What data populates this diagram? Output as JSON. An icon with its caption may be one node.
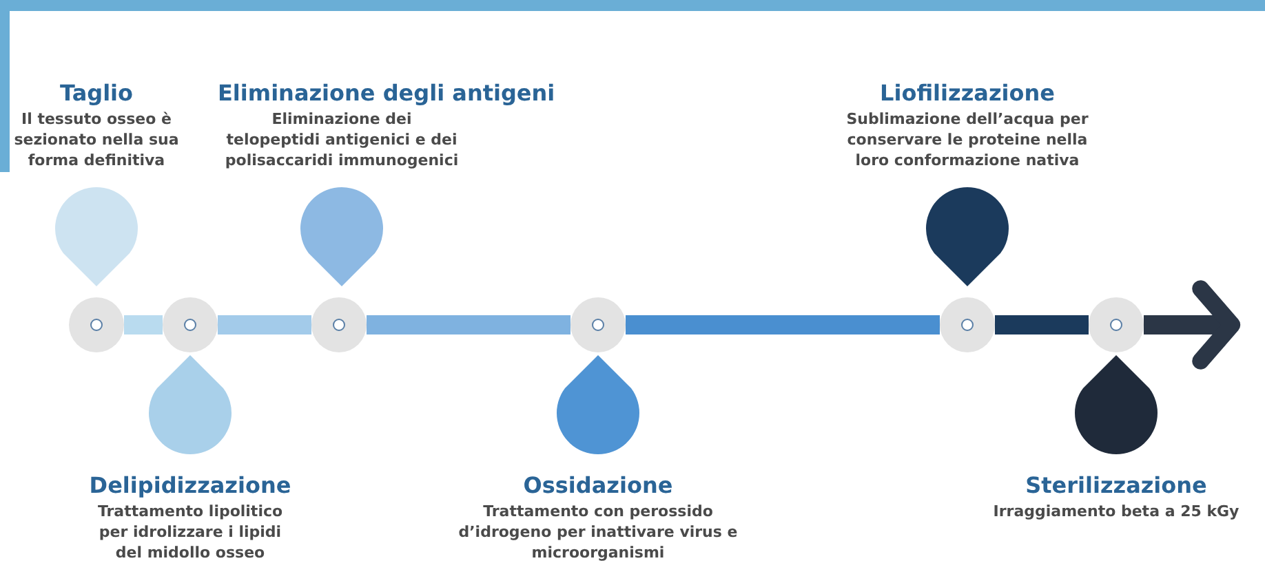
{
  "diagram": {
    "nodes": [
      {
        "text": [
          "Taglio",
          "Il tessuto osseo è sezionato nella sua forma definitiva"
        ]
      },
      {
        "text": [
          "Delipidizzazione",
          "Trattamento lipolitico per idrolizzare i lipidi del midollo osseo"
        ]
      },
      {
        "text": [
          "Eliminazione degli antigeni",
          "Eliminazione dei telopeptidi antigenici e dei polisaccaridi immunogenici"
        ]
      },
      {
        "text": [
          "Ossidazione",
          "Trattamento con perossido d’idrogeno per inattivare virus e microorganismi"
        ]
      },
      {
        "text": [
          "Liofilizzazione",
          "Sublimazione dell’acqua per conservare le proteine nella loro conformazione nativa"
        ]
      },
      {
        "text": [
          "Sterilizzazione",
          "Irraggiamento beta a 25 kGy"
        ]
      },
      {
        "text": [],
        "shape": "circle"
      },
      {
        "text": [],
        "shape": "circle"
      },
      {
        "text": [],
        "shape": "circle"
      },
      {
        "text": [],
        "shape": "circle"
      },
      {
        "text": [],
        "shape": "circle"
      },
      {
        "text": [],
        "shape": "circle"
      }
    ],
    "edges": [
      {
        "from": 6,
        "to": 7,
        "arrow": "none",
        "color": "#b9dbef"
      },
      {
        "from": 7,
        "to": 8,
        "arrow": "none",
        "color": "#a3cbea"
      },
      {
        "from": 8,
        "to": 9,
        "arrow": "none",
        "color": "#7fb2e0"
      },
      {
        "from": 9,
        "to": 10,
        "arrow": "none",
        "color": "#4a8fd0"
      },
      {
        "from": 10,
        "to": 11,
        "arrow": "none",
        "color": "#1b3a5c"
      },
      {
        "from": 11,
        "to": null,
        "arrow": "to",
        "color": "#2b3646"
      }
    ]
  }
}
